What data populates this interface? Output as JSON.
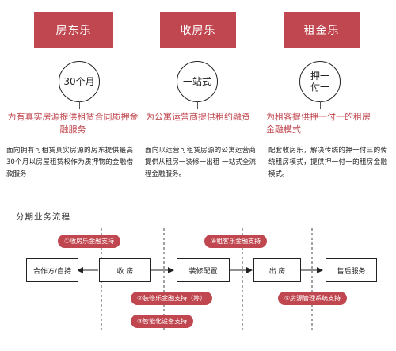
{
  "columns": [
    {
      "header": "房东乐",
      "circle": "30个月",
      "subtitle": "为有真实房源提供租赁合同质押金融服务",
      "description": "面向拥有可租赁真实房源的房东提供最高30个月以房屋租赁权作为质押物的金融借款服务"
    },
    {
      "header": "收房乐",
      "circle": "一站式",
      "subtitle": "为公寓运营商提供租约融资",
      "description": "面向以运营可租赁房源的公寓运营商提供从租房一装修一出租 一站式全流程金融服务。"
    },
    {
      "header": "租金乐",
      "circle": "押一付一",
      "subtitle": "为租客提供押一付一的租房金融模式",
      "description": "配套收房乐，解决传统的押一付三的传统租房模式，提供押一付一的租房金融模式。"
    }
  ],
  "flow": {
    "title": "分期业务流程",
    "steps": [
      "合作方/自持",
      "收 房",
      "装修配置",
      "出 房",
      "售后服务"
    ],
    "tags": [
      "①收房乐金融支持",
      "④租客乐金融支持",
      "②装修乐金融支持（筹）",
      "⑤房源管理系统支持",
      "③智能化设备支持"
    ]
  },
  "colors": {
    "accent": "#c0474f",
    "line": "#222222"
  }
}
